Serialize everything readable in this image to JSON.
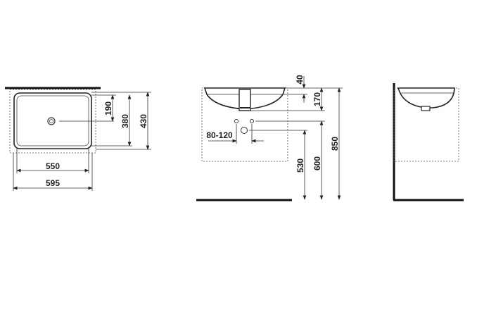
{
  "drawing": {
    "top_view": {
      "width_inner": "550",
      "width_outer": "595",
      "drain_offset": "190",
      "depth_inner": "380",
      "depth_outer": "430"
    },
    "front_view": {
      "rim_height": "40",
      "bowl_depth": "170",
      "tap_spacing": "80-120",
      "drain_height": "530",
      "tap_height": "600",
      "total_height": "850"
    }
  }
}
